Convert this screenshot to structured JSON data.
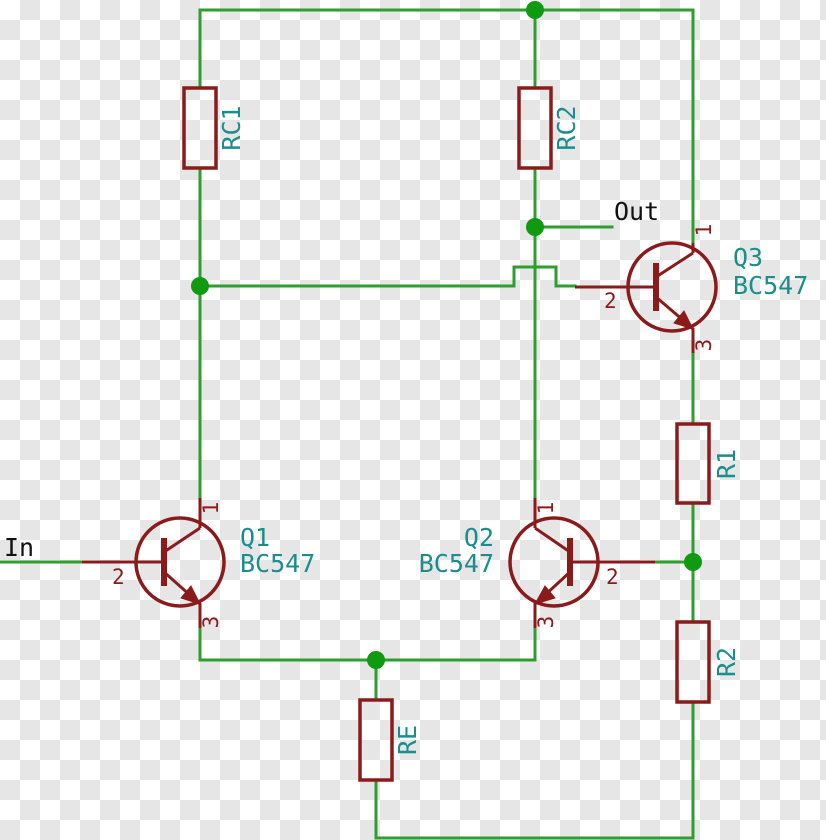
{
  "colors": {
    "wire": "#2e9e2e",
    "junction": "#109a10",
    "component": "#8b1b1b",
    "label": "#1a8d8d",
    "net_label": "#111111"
  },
  "nets": {
    "input": "In",
    "output": "Out"
  },
  "resistors": {
    "rc1": "RC1",
    "rc2": "RC2",
    "re": "RE",
    "r1": "R1",
    "r2": "R2"
  },
  "transistors": {
    "q1": {
      "ref": "Q1",
      "value": "BC547",
      "pins": {
        "collector": "1",
        "base": "2",
        "emitter": "3"
      }
    },
    "q2": {
      "ref": "Q2",
      "value": "BC547",
      "pins": {
        "collector": "1",
        "base": "2",
        "emitter": "3"
      }
    },
    "q3": {
      "ref": "Q3",
      "value": "BC547",
      "pins": {
        "collector": "1",
        "base": "2",
        "emitter": "3"
      }
    }
  }
}
